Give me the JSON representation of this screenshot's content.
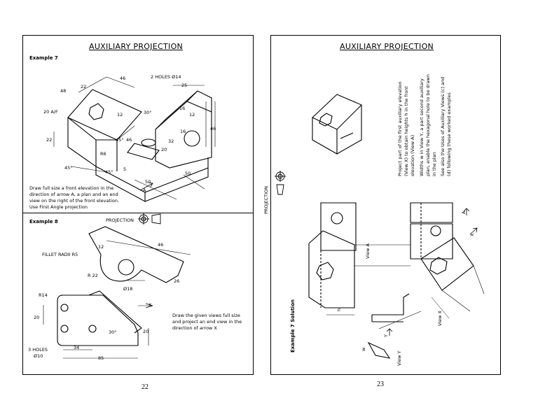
{
  "left_page": {
    "title": "AUXILIARY PROJECTION",
    "page_number": "22",
    "example7": {
      "label": "Example 7",
      "dims": {
        "d46a": "46",
        "d22a": "22",
        "d48": "48",
        "holes": "2 HOLES Ø14",
        "d25": "25",
        "af": "20 A/F",
        "d12a": "12",
        "d30deg": "30°",
        "d16a": "16",
        "d12b": "12",
        "d46b": "46",
        "d16b": "16",
        "d22b": "22",
        "d46c": "46",
        "d32": "32",
        "d20": "20",
        "r6": "R6",
        "d45a": "45°",
        "d45b": "45°",
        "d45c": "45°",
        "d5": "5",
        "d50a": "50",
        "d50b": "50"
      },
      "arrow": "A",
      "note": "Draw full size a front elevation in the direction of arrow A, a plan and an end view on the right of the front elevation. Use First Angle projection"
    },
    "example8": {
      "label": "Example 8",
      "projection": "PROJECTION",
      "fillet": "FILLET RADII R5",
      "dims": {
        "d12": "12",
        "d46": "46",
        "r22": "R 22",
        "d26": "26",
        "d18": "Ø18",
        "r14": "R14",
        "d20a": "20",
        "d30deg": "30°",
        "d20b": "20",
        "holes_a": "3 HOLES",
        "holes_b": "Ø10",
        "d34": "34",
        "d85": "85"
      },
      "arrow": "X",
      "note": "Draw the given views full size and project an end view in the direction of arrow X"
    }
  },
  "right_page": {
    "title": "AUXILIARY PROJECTION",
    "page_number": "23",
    "projection": "PROJECTION",
    "side_label": "Example 7 Solution",
    "notes": [
      "Project part of the first auxiliary elevation (View X) to obtain heights h in the front elevation (View A)",
      "Widths w in View Y, a part second auxiliary plan, enable the hexagonal hole to be drawn in the plan",
      "See also the Uses of Auxiliary Views (c) and (d) following these worked examples"
    ],
    "view_labels": {
      "view_a": "View A",
      "view_x": "View X",
      "view_y": "View Y",
      "arrow_a": "A",
      "arrow_x": "X",
      "arrow_y": "Y",
      "h": "h",
      "w": "w"
    }
  }
}
